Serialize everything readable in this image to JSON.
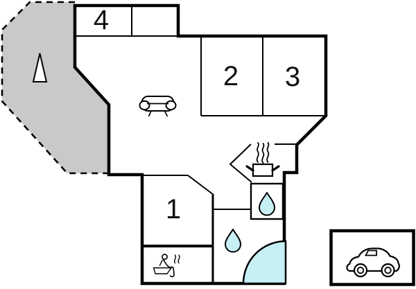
{
  "plan": {
    "type": "floor-plan",
    "background": "#ffffff",
    "wall_color": "#000000",
    "terrace": {
      "name": "terrace-deck",
      "fill": "#c9c9c9"
    },
    "water_fill": "#c7f0f5",
    "rooms": {
      "room1": {
        "number": "1"
      },
      "room2": {
        "number": "2"
      },
      "room3": {
        "number": "3"
      },
      "room4": {
        "number": "4"
      }
    },
    "icons": {
      "north_arrow": "north-arrow",
      "sofa": "sofa",
      "stove": "stove-pot-with-steam",
      "wc_drop": "water-drop",
      "bath_drop": "water-drop",
      "corner_bath": "corner-bathtub",
      "sauna": "sauna-person",
      "car": "car"
    }
  }
}
